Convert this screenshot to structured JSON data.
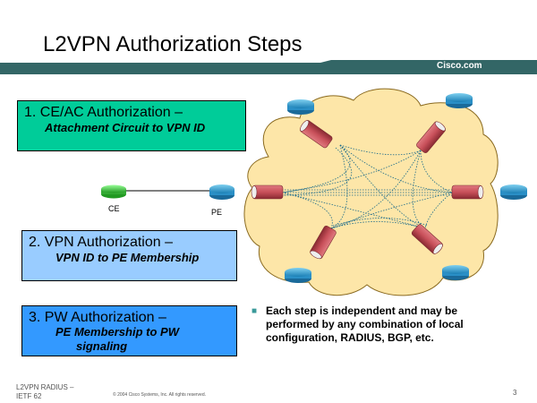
{
  "slide": {
    "title": "L2VPN Authorization Steps",
    "brand": "Cisco.com",
    "colors": {
      "header_bar": "#336666",
      "step1_box": "#00cc99",
      "step2_box": "#99ccff",
      "step3_box": "#3399ff",
      "cloud": "#fde6a8",
      "tunnel": "#c8505a",
      "router_pe": "#2a9fd6",
      "router_ce": "#33cc33"
    }
  },
  "steps": [
    {
      "heading": "1. CE/AC Authorization –",
      "detail": "Attachment Circuit to VPN ID"
    },
    {
      "heading": "2. VPN Authorization –",
      "detail": "VPN ID to PE Membership"
    },
    {
      "heading": "3. PW Authorization –",
      "detail_line1": "PE Membership to PW",
      "detail_line2": "signaling"
    }
  ],
  "diagram": {
    "ce_label": "CE",
    "pe_label": "PE",
    "icons": [
      "router-icon",
      "tunnel-icon",
      "cloud-icon"
    ]
  },
  "bullets": [
    {
      "icon": "square-bullet-icon",
      "lines": [
        "Each step is independent and may be",
        "performed by any combination of local",
        "configuration, RADIUS, BGP, etc."
      ]
    }
  ],
  "footer": {
    "left_line1": "L2VPN RADIUS –",
    "left_line2": "IETF 62",
    "copyright": "© 2004 Cisco Systems, Inc. All rights reserved.",
    "page_number": "3"
  }
}
